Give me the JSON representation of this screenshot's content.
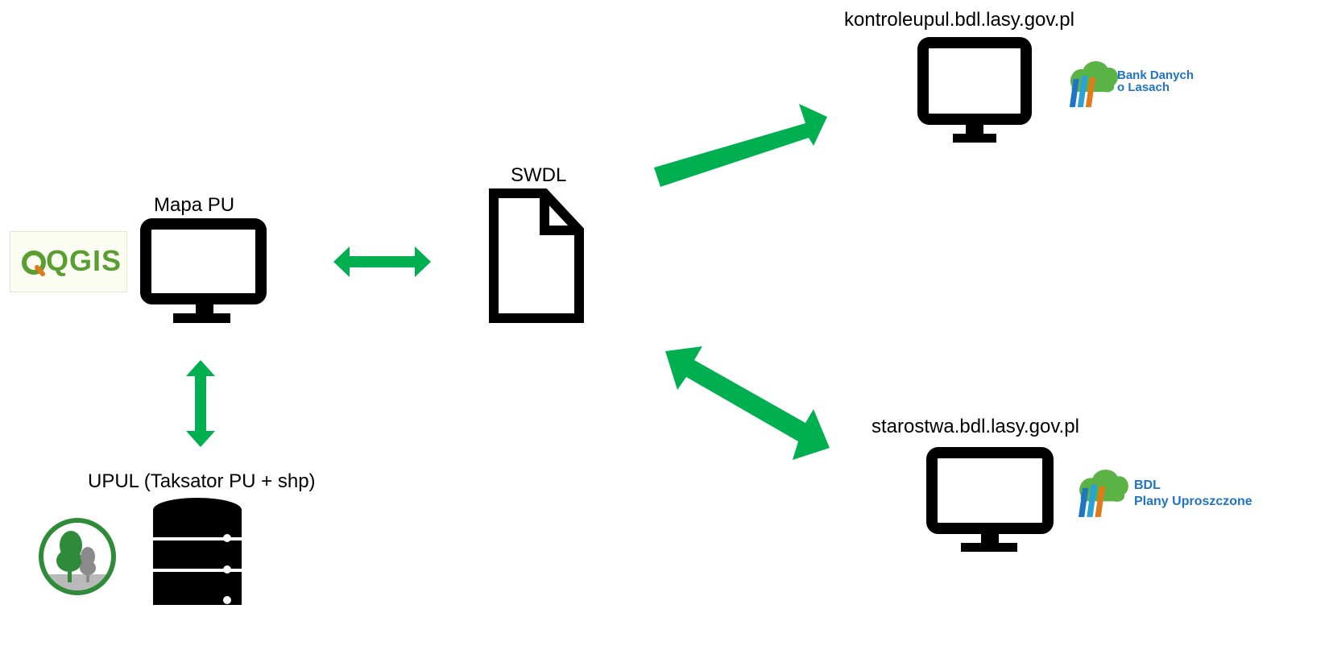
{
  "nodes": {
    "mapa_pu": {
      "label": "Mapa PU"
    },
    "swdl": {
      "label": "SWDL"
    },
    "upul": {
      "label": "UPUL (Taksator PU + shp)"
    },
    "kontrole": {
      "label": "kontroleupul.bdl.lasy.gov.pl"
    },
    "starostwa": {
      "label": "starostwa.bdl.lasy.gov.pl"
    }
  },
  "logos": {
    "qgis": {
      "text": "QGIS",
      "icon": "qgis-logo"
    },
    "bdl_bank": {
      "line1": "Bank Danych",
      "line2": "o Lasach",
      "icon": "bdl-logo"
    },
    "bdl_plany": {
      "line1": "BDL",
      "line2": "Plany Uproszczone",
      "icon": "bdl-logo"
    },
    "upul_trees": {
      "icon": "trees-logo"
    }
  },
  "colors": {
    "arrow": "#00b050",
    "icon": "#000000",
    "qgis_green": "#5a9e32",
    "bdl_blue": "#1f74c4"
  }
}
